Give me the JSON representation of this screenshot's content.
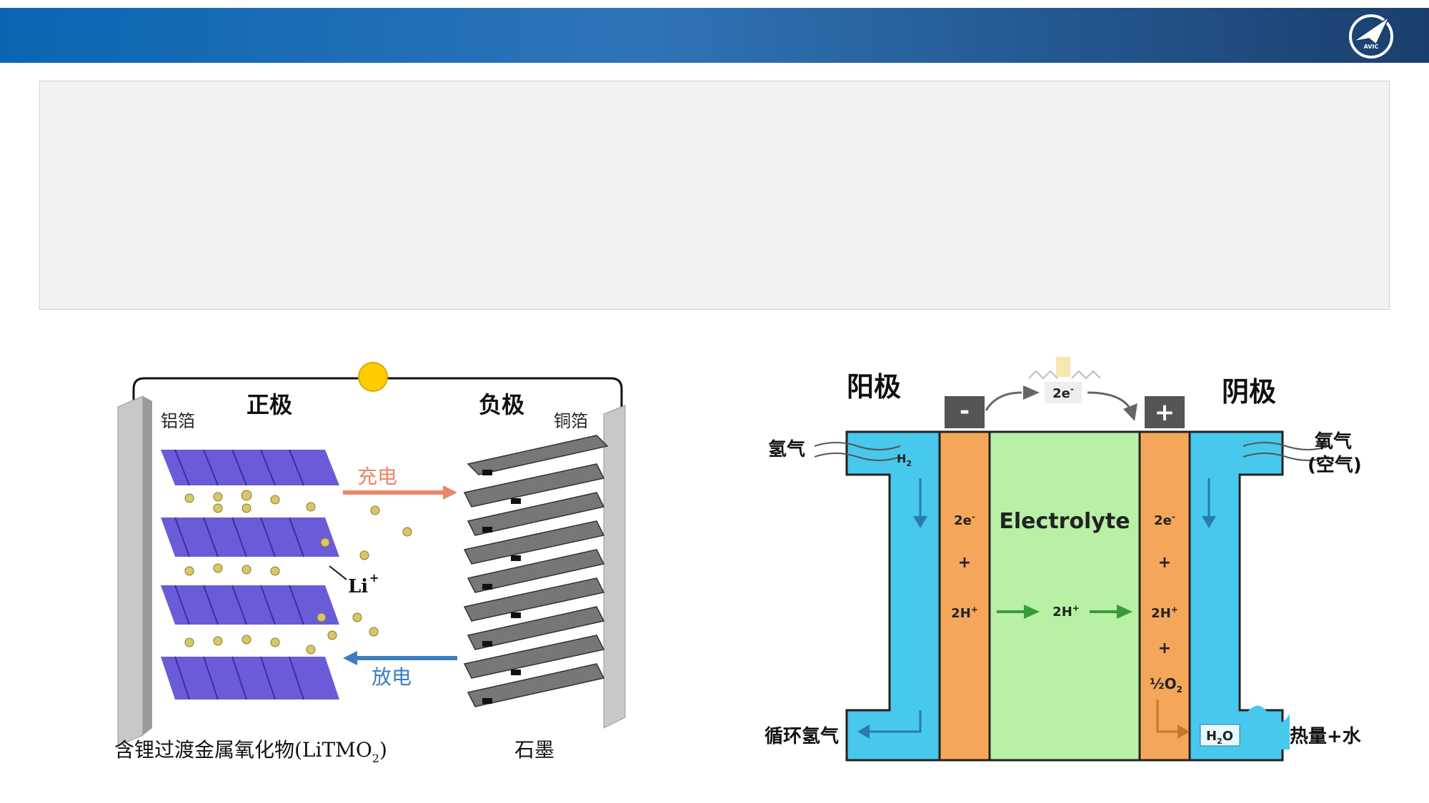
{
  "header": {
    "logo_text": "AVIC"
  },
  "li_battery": {
    "cathode_label": "正极",
    "anode_label": "负极",
    "al_foil": "铝箔",
    "cu_foil": "铜箔",
    "charge": "充电",
    "discharge": "放电",
    "ion": "Li",
    "ion_charge": "+",
    "cathode_material": "含锂过渡金属氧化物(LiTMO",
    "cathode_subscript": "2",
    "cathode_close": ")",
    "anode_material": "石墨"
  },
  "fuel_cell": {
    "anode_title": "阳极",
    "cathode_title": "阴极",
    "minus": "-",
    "plus": "+",
    "electrons_top": "2e",
    "electron_sup": "-",
    "hydrogen_in": "氢气",
    "oxygen_in": "氧气",
    "air": "(空气)",
    "h2": "H",
    "h2_sub": "2",
    "electrolyte": "Electrolyte",
    "left_2e": "2e",
    "left_plus": "+",
    "left_2h": "2H",
    "mid_2h": "2H",
    "right_2e": "2e",
    "right_plus1": "+",
    "right_2h": "2H",
    "right_plus2": "+",
    "half": "½",
    "o2": "O",
    "o2_sub": "2",
    "recycle": "循环氢气",
    "h2o": "H",
    "h2o_sub": "2",
    "h2o_o": "O",
    "output": "热量+水"
  },
  "colors": {
    "header_start": "#0a66b3",
    "header_end": "#1a3f6d",
    "cathode_purple": "#6a5cd8",
    "graphite": "#777777",
    "charge_arrow": "#e8876a",
    "discharge_arrow": "#3a7dc0",
    "gas_channel": "#48c8ec",
    "electrode_orange": "#f4a75a",
    "electrolyte_green": "#b8f0a6"
  }
}
